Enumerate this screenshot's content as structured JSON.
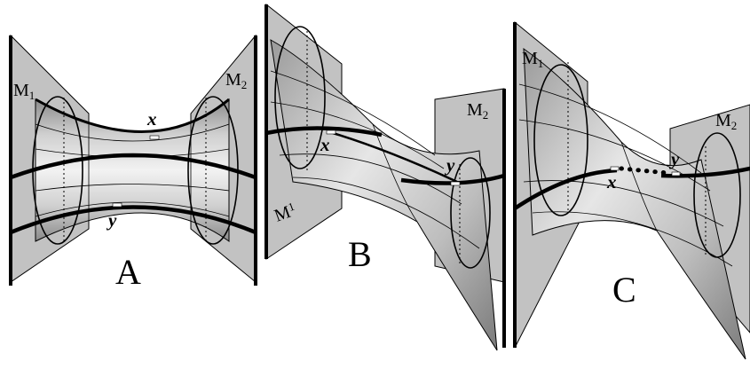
{
  "panels": [
    {
      "label": "A",
      "manifold_left": "M",
      "manifold_left_sub": "1",
      "manifold_right": "M",
      "manifold_right_sub": "2",
      "point_x": "x",
      "point_y": "y"
    },
    {
      "label": "B",
      "manifold_left": "M",
      "manifold_left_sub": "1",
      "manifold_right": "M",
      "manifold_right_sub": "2",
      "point_x": "x",
      "point_y": "y"
    },
    {
      "label": "C",
      "manifold_left": "M",
      "manifold_left_sub": "1",
      "manifold_right": "M",
      "manifold_right_sub": "2",
      "point_x": "x",
      "point_y": "y"
    }
  ],
  "colors": {
    "ink": "#000000",
    "plane": "#bdbdbd",
    "surface_light": "#ececec",
    "surface_mid": "#c4c4c4",
    "surface_dark": "#8a8a8a"
  }
}
